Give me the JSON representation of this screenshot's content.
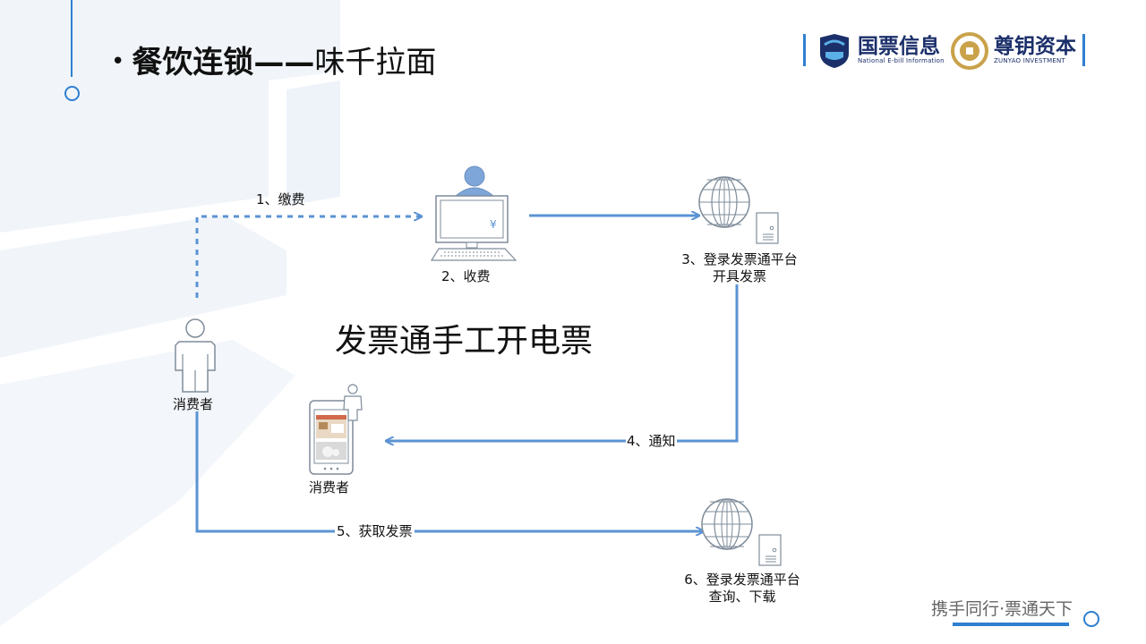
{
  "header": {
    "bullet": "•",
    "title_bold": "餐饮连锁——",
    "title_rest": "味千拉面"
  },
  "logos": {
    "guopiao_main": "国票信息",
    "guopiao_sub": "National E-bill Information",
    "zunyao_main": "尊钥资本",
    "zunyao_sub": "ZUNYAO INVESTMENT"
  },
  "diagram": {
    "center_title": "发票通手工开电票",
    "step1": "1、缴费",
    "step2": "2、收费",
    "step3_line1": "3、登录发票通平台",
    "step3_line2": "开具发票",
    "step4": "4、通知",
    "step5": "5、获取发票",
    "step6_line1": "6、登录发票通平台",
    "step6_line2": "查询、下载",
    "consumer_left": "消费者",
    "consumer_phone": "消费者",
    "register_symbol": "¥"
  },
  "footer": {
    "slogan": "携手同行·票通天下"
  },
  "colors": {
    "arrow": "#5b93d3",
    "icon": "#7f8c9a",
    "accent": "#2f7fd0",
    "brand_navy": "#1b2f6a",
    "brand_gold": "#c9a24a"
  }
}
